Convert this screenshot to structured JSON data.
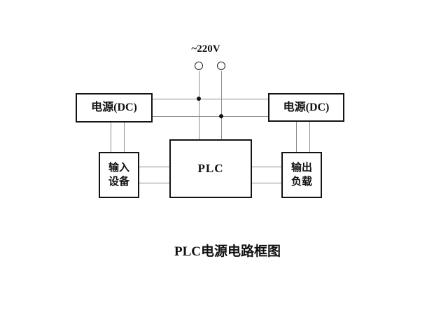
{
  "colors": {
    "background": "#ffffff",
    "wire": "#8c8c8c",
    "box_border": "#141414",
    "text": "#111111"
  },
  "diagram": {
    "voltage_label": "~220V",
    "power_left_label": "电源(DC)",
    "power_right_label": "电源(DC)",
    "plc_label": "PLC",
    "input_device": {
      "line1": "输入",
      "line2": "设备"
    },
    "output_load": {
      "line1": "输出",
      "line2": "负载"
    },
    "caption": "PLC电源电路框图"
  }
}
